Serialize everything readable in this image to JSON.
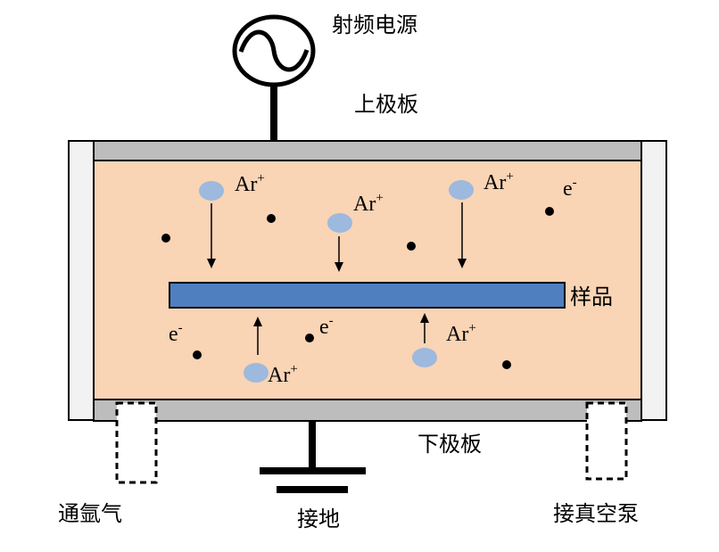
{
  "labels": {
    "rf_source": "射频电源",
    "upper_plate": "上极板",
    "lower_plate": "下极板",
    "sample": "样品",
    "argon_inlet": "通氩气",
    "ground": "接地",
    "vacuum_pump": "接真空泵"
  },
  "particles": {
    "ion_base": "Ar",
    "ion_charge": "+",
    "electron_base": "e",
    "electron_charge": "-"
  },
  "colors": {
    "chamber_fill": "#F9D4B5",
    "plate_fill": "#BDBDBD",
    "sample_fill": "#4F7FBF",
    "ion_fill": "#9DB9DD",
    "wall_fill": "#F2F2F2",
    "line": "#000000"
  }
}
